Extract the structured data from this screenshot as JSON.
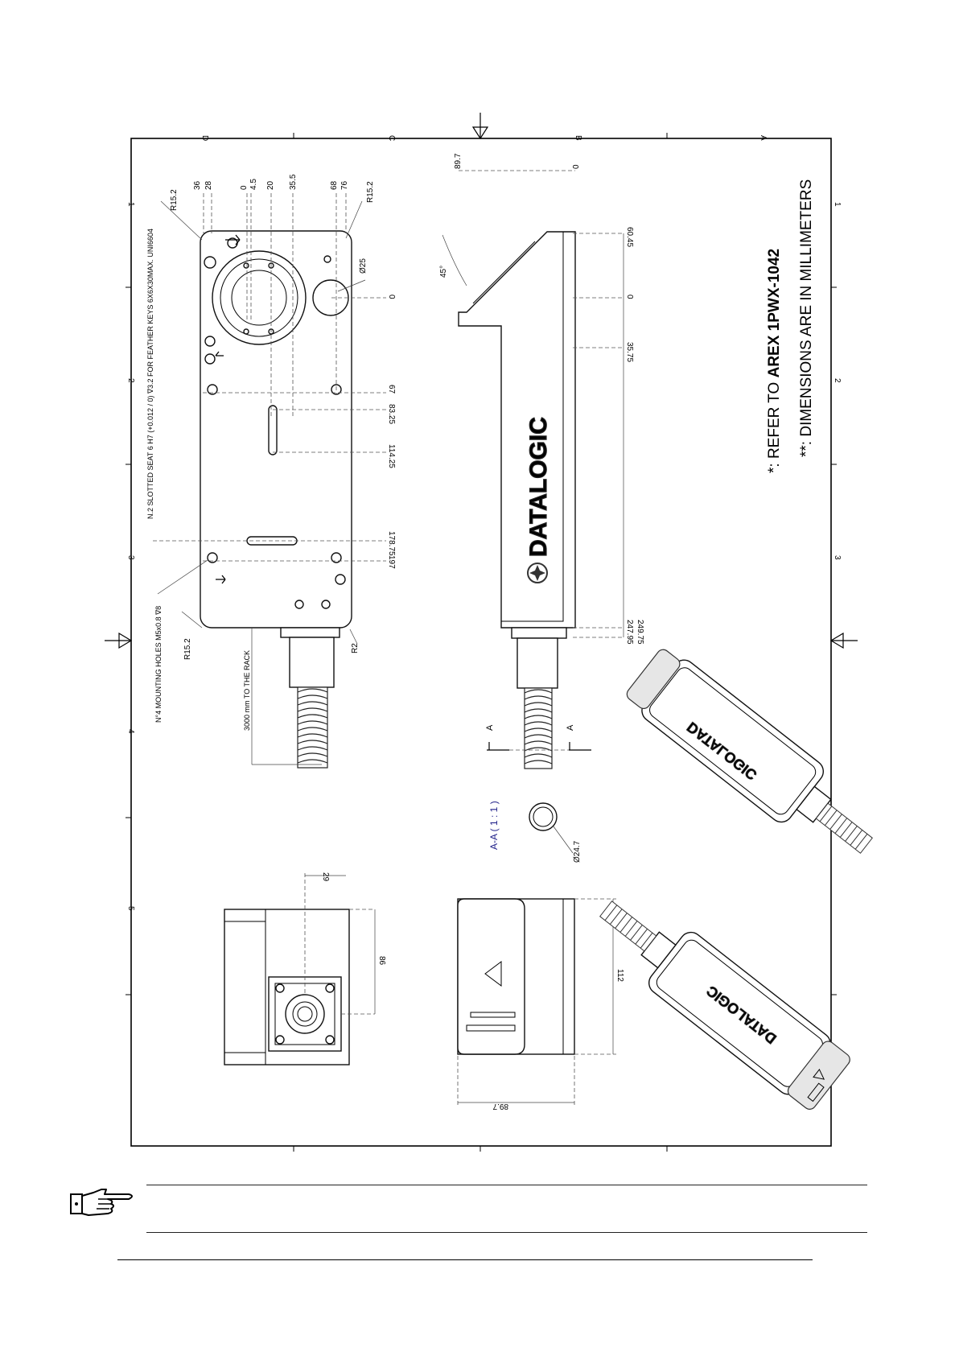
{
  "frame": {
    "column_letters": [
      "D",
      "C",
      "B",
      "A"
    ],
    "row_numbers": [
      "1",
      "2",
      "3",
      "4",
      "5"
    ]
  },
  "top_view": {
    "top_dimensions": [
      "36",
      "28",
      "0",
      "4.5",
      "20",
      "35.5",
      "68",
      "76"
    ],
    "radius_top_left": "R15.2",
    "radius_top_right": "R15.2",
    "radius_bottom_left": "R15.2",
    "radius_bottom_right": "R2",
    "hole_diameter": "Ø25",
    "side_dimensions": [
      "0",
      "67",
      "83.25",
      "114.25",
      "178.75",
      "197"
    ],
    "slotted_seat_note": "N.2 SLOTTED SEAT 6 H7 (+0.012 / 0) ∇3.2 FOR FEATHER KEYS 6X6X30MAX. UNI6604",
    "mounting_holes_note": "N°4 MOUNTING HOLES M5x0.8 ∇8",
    "cable_note": "3000 mm TO THE RACK"
  },
  "side_view": {
    "top_dimensions": [
      "89.7",
      "0"
    ],
    "angle": "45°",
    "side_dimensions": [
      "60.45",
      "0",
      "35.75",
      "247.95",
      "249.75"
    ],
    "brand_logo": "DATALOGIC",
    "section_marker": "A"
  },
  "section_view": {
    "title": "A-A ( 1 : 1 )",
    "diameter": "Ø24.7"
  },
  "end_view": {
    "dimension_height": "86",
    "dimension_offset": "29"
  },
  "front_view": {
    "dimension_width": "112",
    "dimension_depth": "89.7"
  },
  "notes": {
    "refer_prefix": "*: REFER TO ",
    "refer_part": "AREX 1PWX-1042",
    "units": "**: DIMENSIONS ARE IN MILLIMETERS"
  },
  "hand_icon": "pointing-hand-icon"
}
